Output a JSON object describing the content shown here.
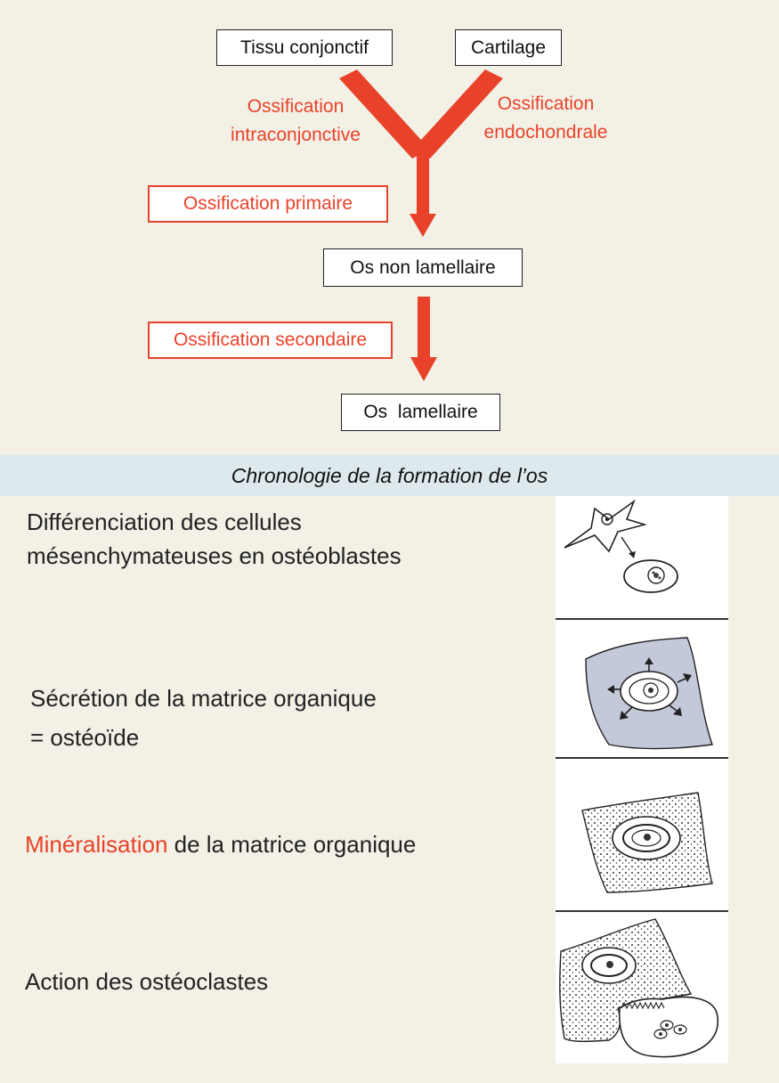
{
  "diagram": {
    "sources": {
      "conjunctive_tissue": "Tissu conjonctif",
      "cartilage": "Cartilage"
    },
    "paths": {
      "intramembranous": [
        "Ossification",
        "intraconjonctive"
      ],
      "endochondral": [
        "Ossification",
        "endochondrale"
      ]
    },
    "primary_label": "Ossification primaire",
    "woven_bone": "Os non lamellaire",
    "secondary_label": "Ossification secondaire",
    "lamellar_bone": "Os  lamellaire",
    "arrow_color": "#e8432a"
  },
  "caption": "Chronologie de la formation de l’os",
  "steps": [
    {
      "lines": [
        "Différenciation des cellules",
        "mésenchymateuses en ostéoblastes"
      ]
    },
    {
      "lines": [
        "Sécrétion de la matrice organique",
        "= ostéoïde"
      ]
    },
    {
      "highlight": "Minéralisation",
      "rest": " de la matrice organique"
    },
    {
      "lines": [
        "Action des ostéoclastes"
      ]
    }
  ]
}
